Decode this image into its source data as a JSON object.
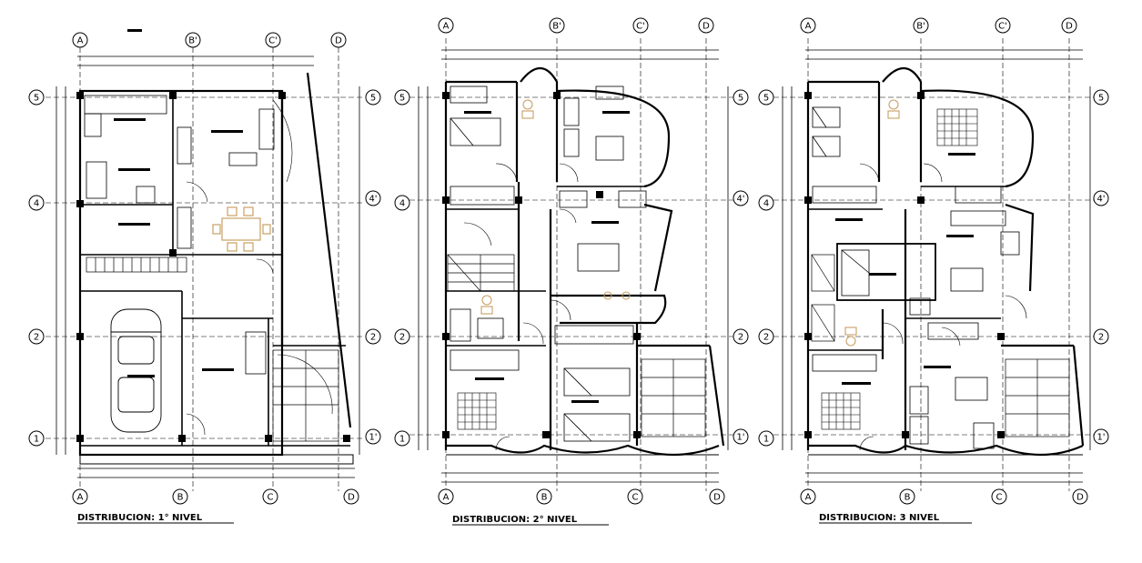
{
  "drawing": {
    "colors": {
      "line": "#000000",
      "accent": "#c8a064",
      "background": "#ffffff"
    },
    "plans": [
      {
        "id": "nivel-1",
        "caption": "DISTRIBUCION: 1° NIVEL",
        "column_axes": [
          "A",
          "B'",
          "C'",
          "D"
        ],
        "bottom_axes": [
          "A",
          "B",
          "C",
          "D"
        ],
        "left_row_axes": [
          "5",
          "4",
          "2",
          "1"
        ],
        "right_row_axes": [
          "5",
          "4'",
          "2",
          "1'"
        ]
      },
      {
        "id": "nivel-2",
        "caption": "DISTRIBUCION: 2° NIVEL",
        "column_axes": [
          "A",
          "B'",
          "C'",
          "D"
        ],
        "bottom_axes": [
          "A",
          "B",
          "C",
          "D"
        ],
        "left_row_axes": [
          "5",
          "4",
          "2",
          "1"
        ],
        "right_row_axes": [
          "5",
          "4'",
          "2",
          "1'"
        ]
      },
      {
        "id": "nivel-3",
        "caption": "DISTRIBUCION: 3 NIVEL",
        "column_axes": [
          "A",
          "B'",
          "C'",
          "D"
        ],
        "bottom_axes": [
          "A",
          "B",
          "C",
          "D"
        ],
        "left_row_axes": [
          "5",
          "4",
          "2",
          "1"
        ],
        "right_row_axes": [
          "5",
          "4'",
          "2",
          "1'"
        ]
      }
    ]
  }
}
